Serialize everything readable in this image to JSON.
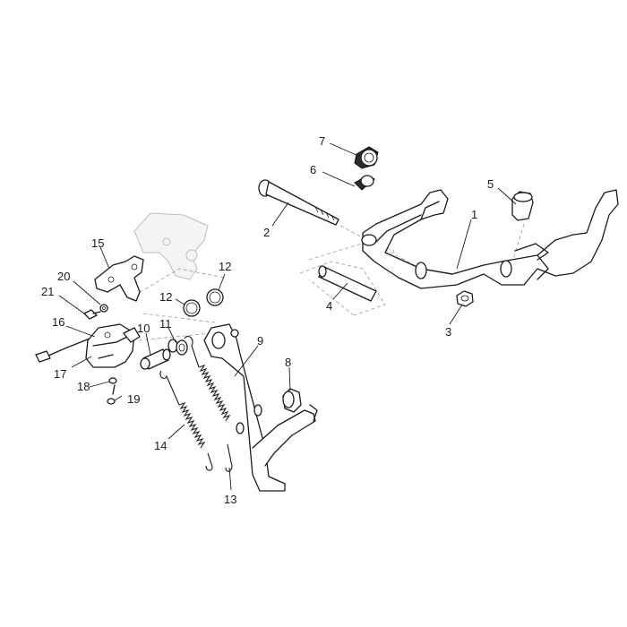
{
  "callouts": [
    {
      "id": "1",
      "label": "1"
    },
    {
      "id": "2",
      "label": "2"
    },
    {
      "id": "3",
      "label": "3"
    },
    {
      "id": "4",
      "label": "4"
    },
    {
      "id": "5",
      "label": "5"
    },
    {
      "id": "6",
      "label": "6"
    },
    {
      "id": "7",
      "label": "7"
    },
    {
      "id": "8",
      "label": "8"
    },
    {
      "id": "9",
      "label": "9"
    },
    {
      "id": "10",
      "label": "10"
    },
    {
      "id": "11",
      "label": "11"
    },
    {
      "id": "12a",
      "label": "12"
    },
    {
      "id": "12b",
      "label": "12"
    },
    {
      "id": "13",
      "label": "13"
    },
    {
      "id": "14",
      "label": "14"
    },
    {
      "id": "15",
      "label": "15"
    },
    {
      "id": "16",
      "label": "16"
    },
    {
      "id": "17",
      "label": "17"
    },
    {
      "id": "18",
      "label": "18"
    },
    {
      "id": "19",
      "label": "19"
    },
    {
      "id": "20",
      "label": "20"
    },
    {
      "id": "21",
      "label": "21"
    }
  ]
}
